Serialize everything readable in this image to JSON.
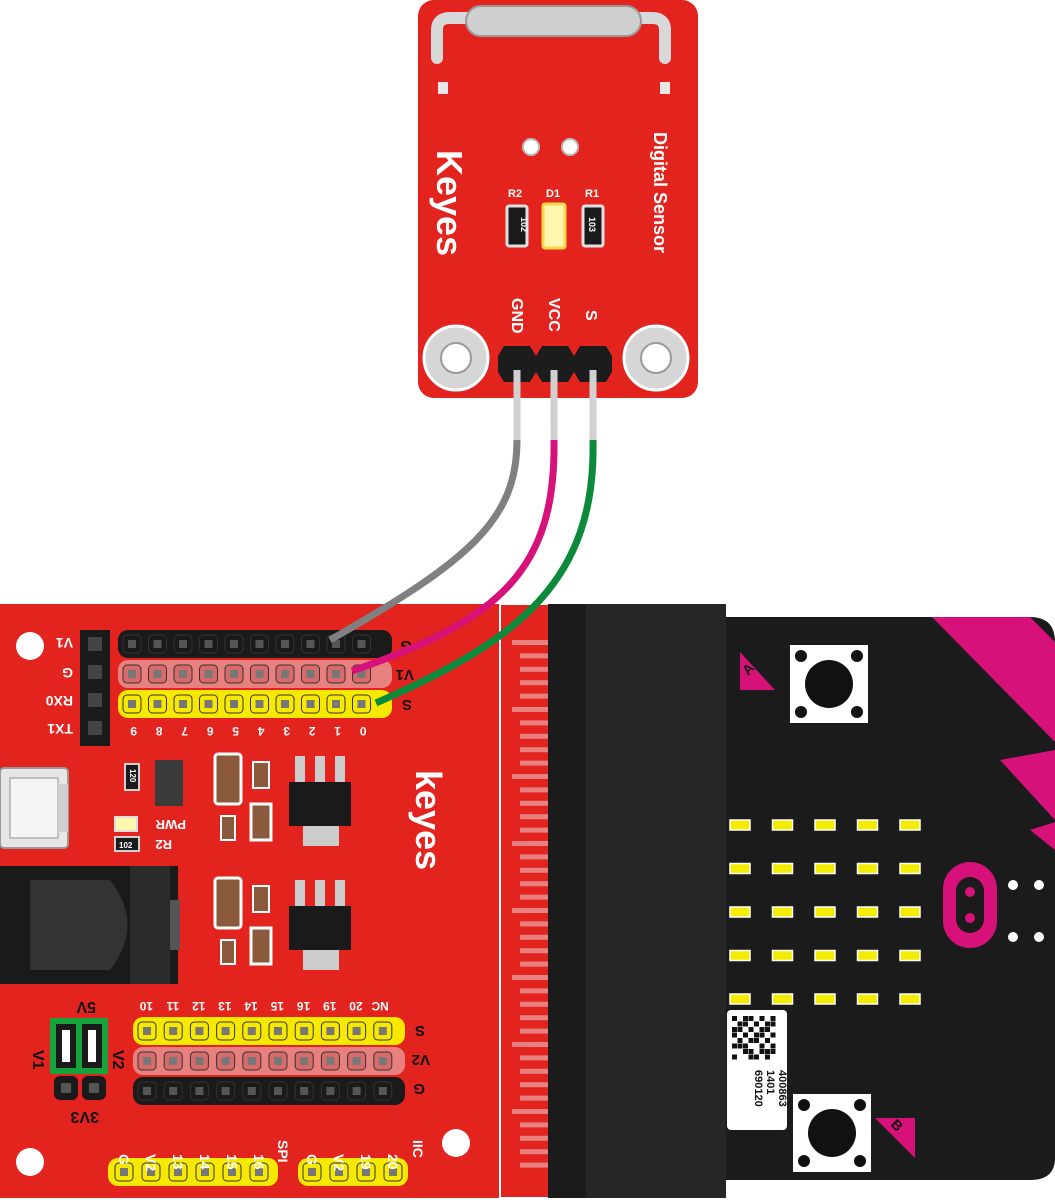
{
  "sensor": {
    "brand": "Keyes",
    "name": "Digital Sensor",
    "r2_label": "R2",
    "d1_label": "D1",
    "r1_label": "R1",
    "r2_code": "102",
    "r1_code": "103",
    "pins": [
      "GND",
      "VCC",
      "S"
    ]
  },
  "shield": {
    "brand": "keyes",
    "uart": [
      "V1",
      "G",
      "RX0",
      "TX1"
    ],
    "top_rows": [
      "G",
      "V1",
      "S"
    ],
    "top_pins": [
      "9",
      "8",
      "7",
      "6",
      "5",
      "4",
      "3",
      "2",
      "1",
      "0"
    ],
    "pwr_label": "PWR",
    "r2_label": "R2",
    "r2_code": "102",
    "r120_code": "120",
    "jumper": {
      "top": "5V",
      "left": "V1",
      "right": "V2",
      "bottom": "3V3"
    },
    "mid_pins": [
      "10",
      "11",
      "12",
      "13",
      "14",
      "15",
      "16",
      "19",
      "20",
      "NC"
    ],
    "mid_rows": [
      "S",
      "V2",
      "G"
    ],
    "bottom_pins": [
      "G",
      "V2",
      "13",
      "14",
      "15",
      "16",
      "SPI",
      "G",
      "V2",
      "19",
      "20",
      "IIC"
    ]
  },
  "microbit": {
    "button_a": "A",
    "button_b": "B",
    "qr_lines": [
      "400863",
      "1401",
      "690120"
    ]
  },
  "wires": [
    {
      "from": "GND",
      "to": "G",
      "color": "#808080"
    },
    {
      "from": "VCC",
      "to": "V1",
      "color": "#d6117a"
    },
    {
      "from": "S",
      "to": "S",
      "color": "#0a8a3a"
    }
  ]
}
